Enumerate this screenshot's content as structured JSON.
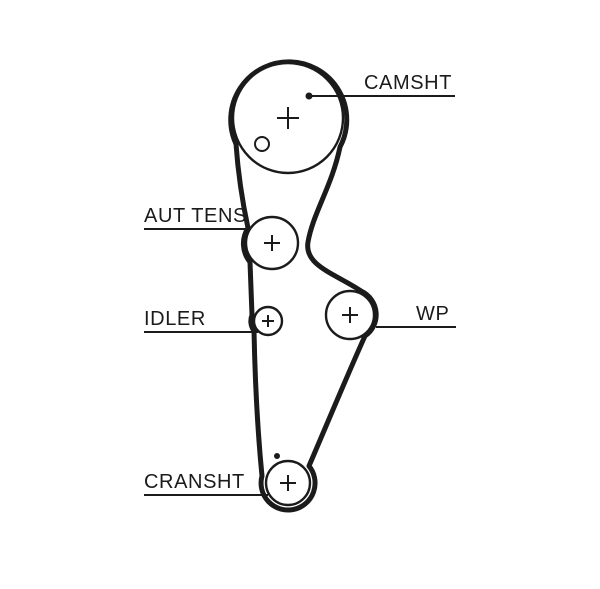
{
  "diagram": {
    "labels": {
      "camshaft": "CAMSHT",
      "auto_tensioner": "AUT TENS",
      "idler": "IDLER",
      "water_pump": "WP",
      "crankshaft": "CRANSHT"
    },
    "colors": {
      "line": "#1b1b1b",
      "background": "#ffffff"
    },
    "icons": {
      "pulley_center_mark": "plus-cross",
      "timing_mark": "filled-dot",
      "camshaft_hole": "small-circle"
    }
  }
}
